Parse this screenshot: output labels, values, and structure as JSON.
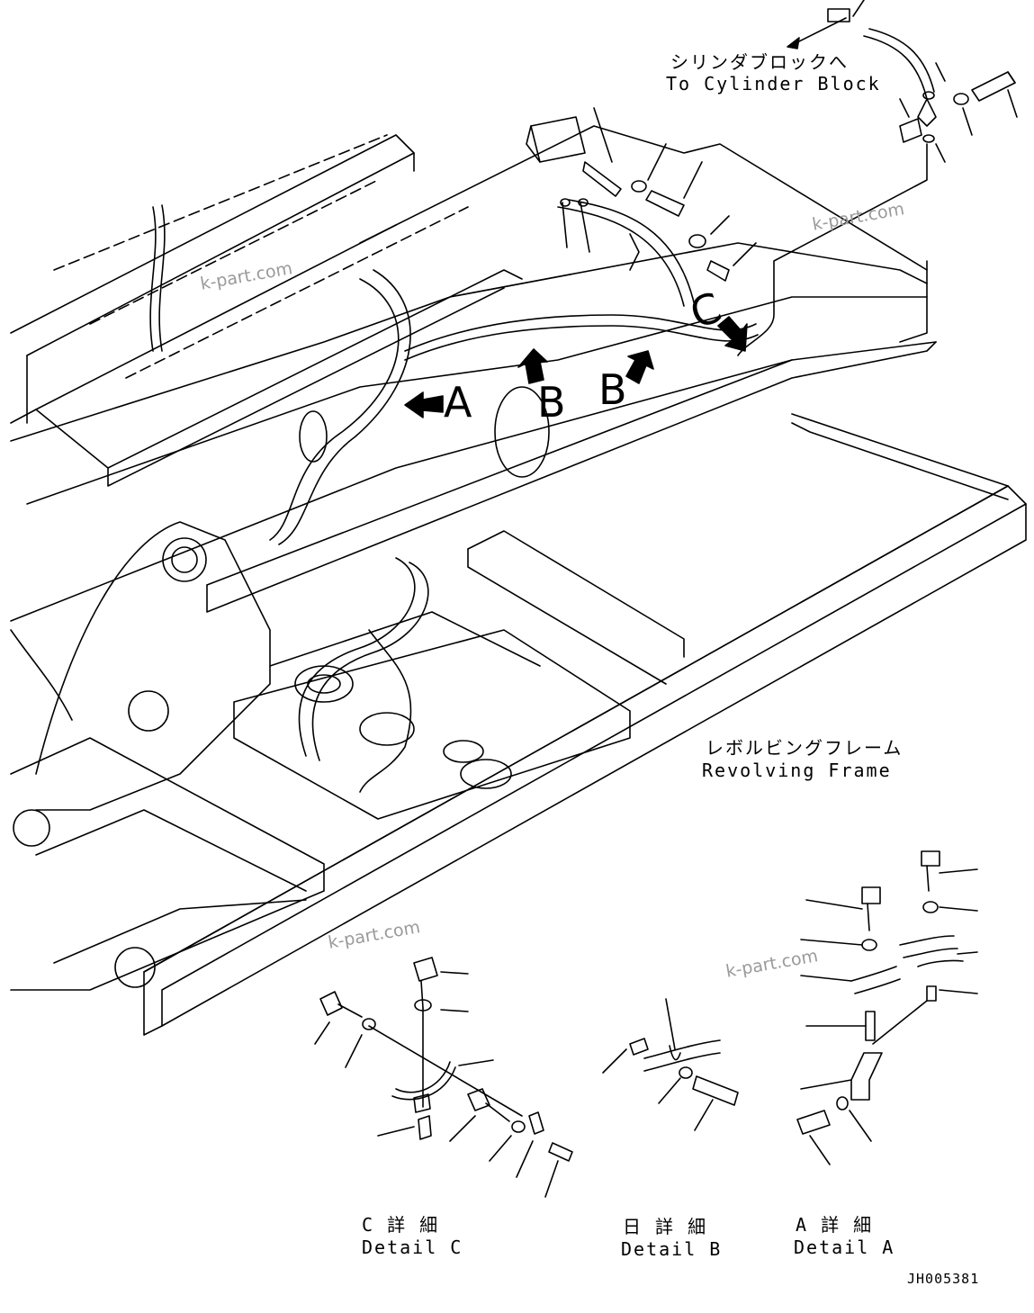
{
  "labels": {
    "to_cylinder_block_jp": "シリンダブロックへ",
    "to_cylinder_block_en": "To Cylinder Block",
    "revolving_frame_jp": "レボルビングフレーム",
    "revolving_frame_en": "Revolving Frame",
    "detail_c_jp": "C 詳 細",
    "detail_c_en": "Detail C",
    "detail_b_jp": "日 詳 細",
    "detail_b_en": "Detail B",
    "detail_a_jp": "A 詳 細",
    "detail_a_en": "Detail A"
  },
  "callouts": {
    "a": "A",
    "b1": "B",
    "b2": "B",
    "c": "C"
  },
  "watermarks": [
    "k-part.com",
    "k-part.com",
    "k-part.com",
    "k-part.com"
  ],
  "drawing_code": "JH005381"
}
